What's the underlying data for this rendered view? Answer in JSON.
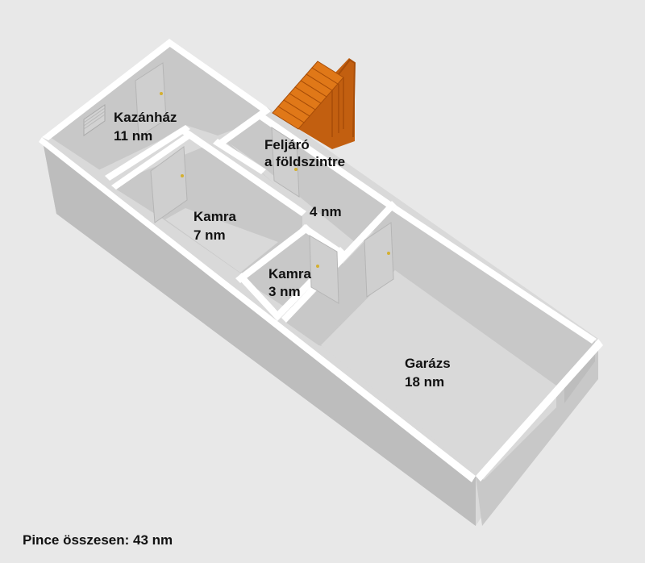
{
  "rooms": [
    {
      "name": "Kazánház",
      "area": "11 nm"
    },
    {
      "name": "Feljáró",
      "name2": "a földszintre",
      "area": ""
    },
    {
      "name": "Kamra",
      "area": "7 nm"
    },
    {
      "name": "",
      "area": "4 nm"
    },
    {
      "name": "Kamra",
      "area": "3 nm"
    },
    {
      "name": "Garázs",
      "area": "18 nm"
    }
  ],
  "total": "Pince összesen: 43 nm",
  "colors": {
    "background": "#e8e8e8",
    "wall_top": "#ffffff",
    "wall_side": "#c8c8c8",
    "floor": "#d9d9d9",
    "stairs": "#e07818",
    "door_knob": "#d4b030"
  },
  "icons": [
    "staircase-icon",
    "door-icon",
    "window-icon"
  ]
}
